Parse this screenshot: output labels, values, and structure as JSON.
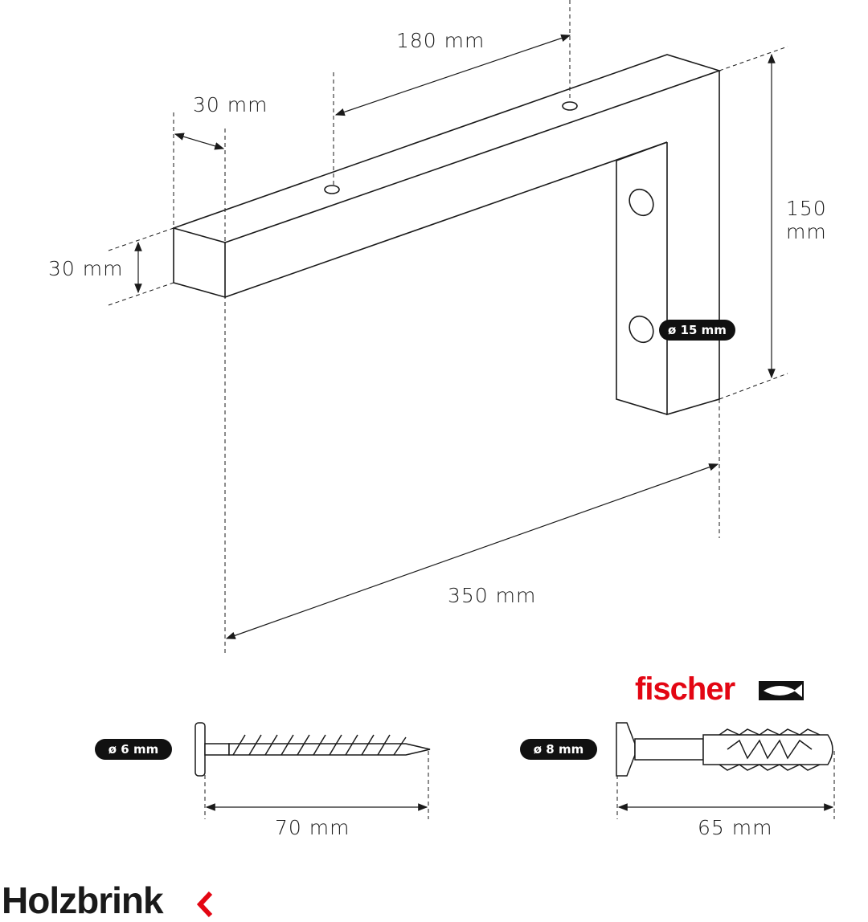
{
  "dimensions": {
    "hole_spacing": "180 mm",
    "arm_offset": "30 mm",
    "arm_height": "30 mm",
    "bracket_height": "150 mm",
    "bracket_length": "350 mm",
    "screw_length": "70 mm",
    "dowel_length": "65 mm"
  },
  "badges": {
    "hole_diameter": "ø 15 mm",
    "screw_diameter": "ø 6 mm",
    "dowel_diameter": "ø 8 mm"
  },
  "logos": {
    "fischer": "fischer",
    "fischer_emblem": "fischer",
    "brand": "Holzbrink"
  },
  "colors": {
    "line": "#1a1a1a",
    "fischer_red": "#e30613",
    "holzbrink_red": "#e30613"
  }
}
